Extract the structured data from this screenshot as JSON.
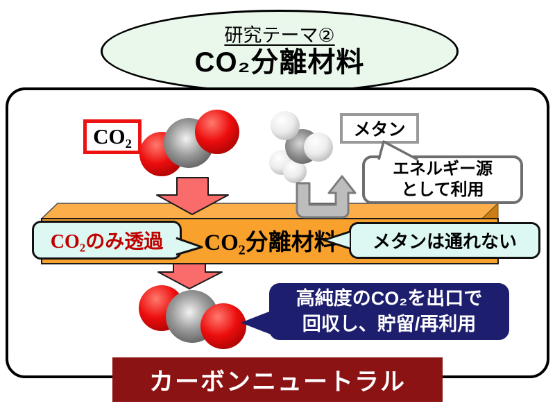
{
  "header": {
    "theme_label": "研究テーマ②",
    "title": "CO₂分離材料"
  },
  "diagram": {
    "co2_tag": "CO₂",
    "methane_tag": "メタン",
    "energy_note": {
      "line1": "エネルギー源",
      "line2": "として利用"
    },
    "membrane_label": "CO₂分離材料",
    "permeate_note": "CO₂のみ透過",
    "blocked_note": "メタンは通れない",
    "recovery_note": {
      "line1": "高純度のCO₂を出口で",
      "line2": "回収し、貯留/再利用"
    },
    "footer_banner": "カーボンニュートラル"
  },
  "icons": {
    "co2_molecule": "red-grey-red space-filling model",
    "methane_molecule": "grey carbon with white hydrogens",
    "down_arrow": "red block arrow",
    "u_turn_arrow": "grey u-turn arrow"
  },
  "colors": {
    "ellipse_fill": "#EAF8EC",
    "membrane_front": "#F9A12D",
    "membrane_top": "#FBAE49",
    "membrane_edge": "#CC7E14",
    "arrow_red": "#FA6B6B",
    "uturn_gray": "#BDBDBD",
    "note_cyan": "#DDF8F2",
    "permeate_text": "#C00000",
    "recovery_fill": "#1E1E6E",
    "banner_fill": "#8B1313"
  }
}
